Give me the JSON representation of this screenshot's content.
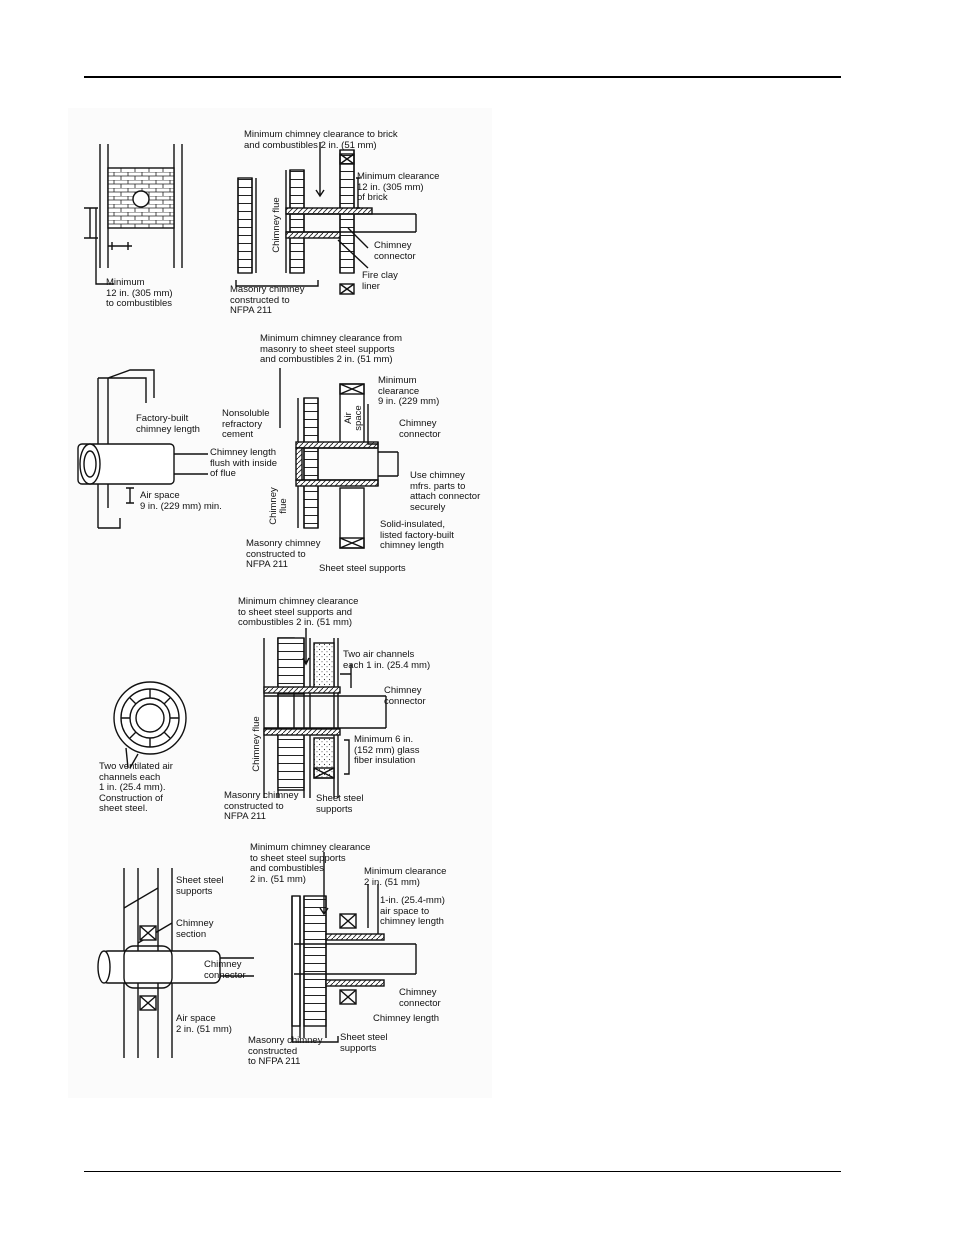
{
  "panel1": {
    "min_clearance_brick": "Minimum chimney clearance to brick\nand combustibles 2 in. (51 mm)",
    "min_clearance_12": "Minimum clearance\n12 in. (305 mm)\nof brick",
    "chimney_flue": "Chimney flue",
    "chimney_connector": "Chimney\nconnector",
    "fire_clay": "Fire clay\nliner",
    "masonry": "Masonry chimney\nconstructed to\nNFPA 211",
    "minimum_12": "Minimum\n12 in. (305 mm)\nto combustibles"
  },
  "panel2": {
    "min_clearance_from": "Minimum chimney clearance from\nmasonry to sheet steel supports\nand combustibles 2 in. (51 mm)",
    "minimum_clearance_9": "Minimum\nclearance\n9 in. (229 mm)",
    "air_space_v": "Air\nspace",
    "factory_built": "Factory-built\nchimney length",
    "nonsoluble": "Nonsoluble\nrefractory\ncement",
    "chimney_connector": "Chimney\nconnector",
    "chimney_length_flush": "Chimney length\nflush with inside\nof flue",
    "use_chimney": "Use chimney\nmfrs. parts to\nattach connector\nsecurely",
    "air_space_9": "Air space\n9 in. (229 mm) min.",
    "chimney_flue": "Chimney\nflue",
    "solid_insulated": "Solid-insulated,\nlisted factory-built\nchimney length",
    "masonry": "Masonry chimney\nconstructed to\nNFPA 211",
    "sheet_steel": "Sheet steel supports"
  },
  "panel3": {
    "min_clearance": "Minimum chimney clearance\nto sheet steel supports and\ncombustibles 2 in. (51 mm)",
    "two_air_channels": "Two air channels\neach 1 in. (25.4 mm)",
    "chimney_connector": "Chimney\nconnector",
    "chimney_flue": "Chimney flue",
    "minimum_6": "Minimum 6 in.\n(152 mm) glass\nfiber insulation",
    "two_ventilated": "Two ventilated air\nchannels each\n1 in. (25.4 mm).\nConstruction of\nsheet steel.",
    "masonry": "Masonry chimney\nconstructed to\nNFPA 211",
    "sheet_steel": "Sheet steel\nsupports"
  },
  "panel4": {
    "min_clearance": "Minimum chimney clearance\nto sheet steel supports\nand combustibles\n2 in. (51 mm)",
    "minimum_clearance_2": "Minimum clearance\n2 in. (51 mm)",
    "one_in_air": "1-in. (25.4-mm)\nair space to\nchimney length",
    "sheet_steel_left": "Sheet steel\nsupports",
    "chimney_section": "Chimney\nsection",
    "chimney_connector_left": "Chimney\nconnector",
    "air_space_2": "Air space\n2 in. (51 mm)",
    "chimney_connector_right": "Chimney\nconnector",
    "chimney_length": "Chimney length",
    "masonry": "Masonry chimney\nconstructed\nto NFPA 211",
    "sheet_steel_right": "Sheet steel\nsupports"
  }
}
